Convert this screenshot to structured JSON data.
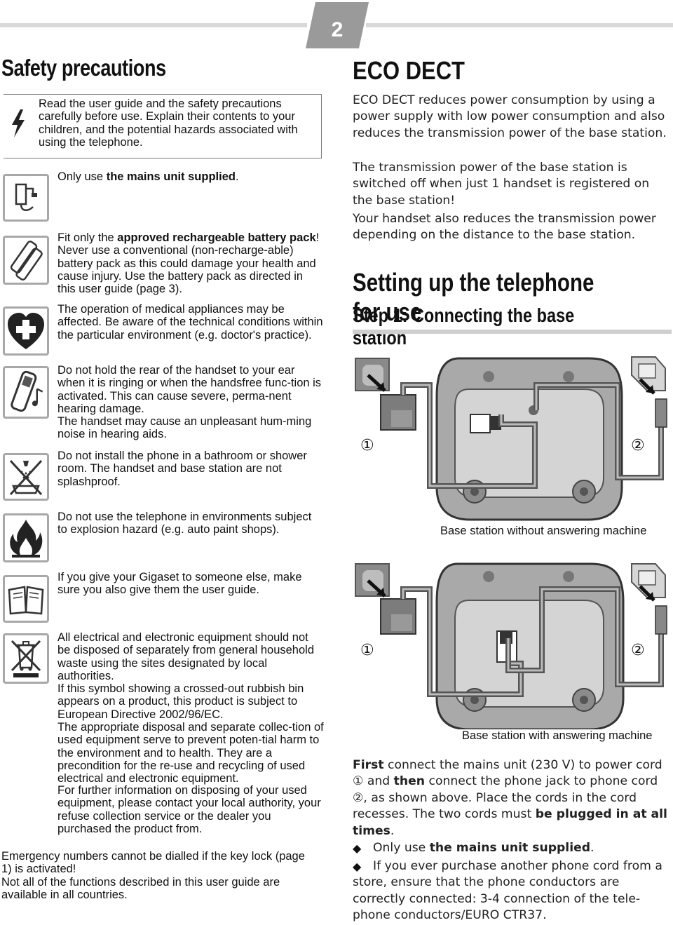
{
  "page_number": "2",
  "left": {
    "title": "Safety precautions",
    "intro": "Read the user guide and the safety precautions carefully before use. Explain their contents to your children, and the potential hazards associated with using the telephone.",
    "mains_pre": "Only use ",
    "mains_bold": "the mains unit supplied",
    "mains_post": ".",
    "battery_pre": "Fit only the ",
    "battery_bold": "approved rechargeable battery pack",
    "battery_post": "! Never use a conventional (non-recharge-able) battery pack as this could damage your health and cause injury. Use the battery pack as directed in this user guide (page 3).",
    "medical": "The operation of medical appliances may be affected. Be aware of the technical conditions within the particular environment (e.g. doctor's practice).",
    "hearing": "Do not hold the rear of the handset to your ear when it is ringing or when the handsfree func-tion is activated. This can cause severe, perma-nent hearing damage.",
    "hearing2": "The handset may cause an unpleasant hum-ming noise in hearing aids.",
    "bathroom": "Do not install the phone in a bathroom or shower room. The handset and base station are not splashproof.",
    "explosion": "Do not use the telephone in environments subject to explosion hazard (e.g. auto paint shops).",
    "giveaway": "If you give your Gigaset to someone else, make sure you also give them the user guide.",
    "disposal1": "All electrical and electronic equipment should not be disposed of separately from general household waste using the sites designated by local authorities.",
    "disposal2": "If this symbol showing a crossed-out rubbish bin appears on a product, this product is subject to European Directive 2002/96/EC.",
    "disposal3": "The appropriate disposal and separate collec-tion of used equipment serve to prevent poten-tial harm to the environment and to health. They are a precondition for the re-use and recycling of used electrical and electronic equipment.",
    "disposal4": "For further information on disposing of your used equipment, please contact your local authority, your refuse collection service or the dealer you purchased the product from.",
    "emergency": "Emergency numbers cannot be dialled if the key lock (page 1) is activated!",
    "functions": "Not all of the functions described in this user guide are available in all countries."
  },
  "right": {
    "eco_title": "ECO DECT",
    "eco_p1": "ECO DECT reduces power consumption by using a power supply with low power consumption and also reduces the transmission power of the base station.",
    "eco_p2": "The transmission power of the base station is switched off when just 1 handset is registered on the base station!",
    "eco_p3": "Your handset also reduces the transmission power depending on the distance to the base station.",
    "setup_title": "Setting up the telephone for use",
    "step_title": "Step 1: Connecting the base station",
    "label_1": "①",
    "label_2": "②",
    "caption_1": "Base station without answering machine",
    "caption_2": "Base station with answering machine",
    "connect_b1": "First",
    "connect_t1": " connect the mains unit (230 V) to power cord ① and ",
    "connect_b2": "then",
    "connect_t2": " connect the phone jack to phone cord ②, as shown above. Place the cords in the cord recesses. The two cords must ",
    "connect_b3": "be plugged in at all times",
    "connect_t3": ".",
    "bullet1_pre": "Only use ",
    "bullet1_bold": "the mains unit supplied",
    "bullet1_post": ".",
    "bullet2": "If you ever purchase another phone cord from a store, ensure that the phone conductors are correctly connected: 3-4 connection of the tele-phone conductors/EURO CTR37."
  },
  "colors": {
    "rule": "#d9d9d9",
    "badge": "#9a9a9a",
    "icon_border": "#a8a8a8"
  },
  "icons": [
    "warning-bolt-icon",
    "mains-unit-icon",
    "battery-icon",
    "medical-cross-icon",
    "handset-ear-icon",
    "no-shower-icon",
    "flame-icon",
    "book-icon",
    "crossed-bin-icon",
    "diamond-bullet-icon"
  ]
}
